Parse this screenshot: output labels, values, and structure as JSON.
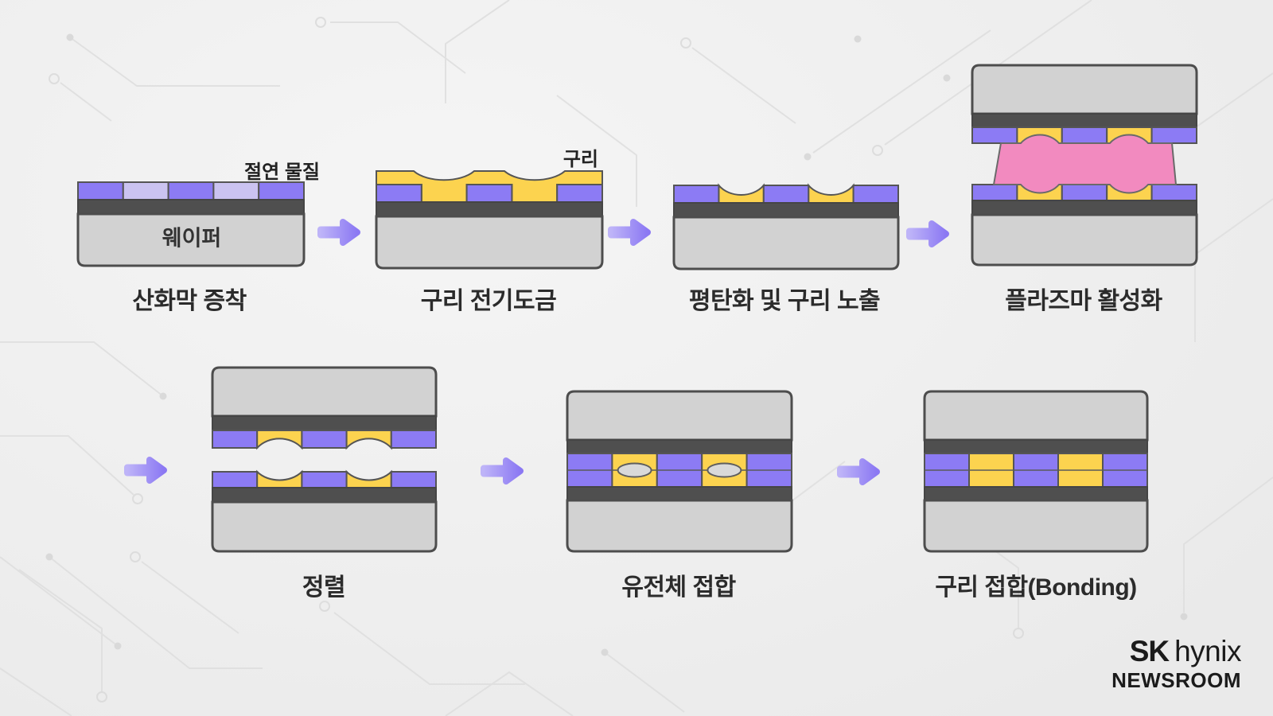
{
  "steps": [
    {
      "id": "oxide-deposition",
      "caption": "산화막 증착"
    },
    {
      "id": "copper-electroplating",
      "caption": "구리 전기도금"
    },
    {
      "id": "planarization",
      "caption": "평탄화 및 구리 노출"
    },
    {
      "id": "plasma-activation",
      "caption": "플라즈마 활성화"
    },
    {
      "id": "alignment",
      "caption": "정렬"
    },
    {
      "id": "dielectric-bonding",
      "caption": "유전체 접합"
    },
    {
      "id": "copper-bonding",
      "caption": "구리 접합(Bonding)"
    }
  ],
  "annotations": {
    "insulator": "절연 물질",
    "wafer": "웨이퍼",
    "copper": "구리"
  },
  "logo": {
    "brand_bold": "SK",
    "brand_light": "hynix",
    "sub": "NEWSROOM"
  },
  "icons": {
    "arrow": "right-arrow"
  },
  "colors": {
    "purple": "#8C7BF4",
    "purple_light": "#CBC3F1",
    "copper_yellow": "#FCD34F",
    "plasma_pink": "#F28ABF",
    "substrate_gray": "#D2D2D2",
    "barrier_dark": "#4F4F4F",
    "outline": "#555555",
    "arrow_start": "#BEB4F8",
    "arrow_end": "#8B78F3",
    "background": "#F0F0F0",
    "caption_text": "#2B2B2B"
  }
}
